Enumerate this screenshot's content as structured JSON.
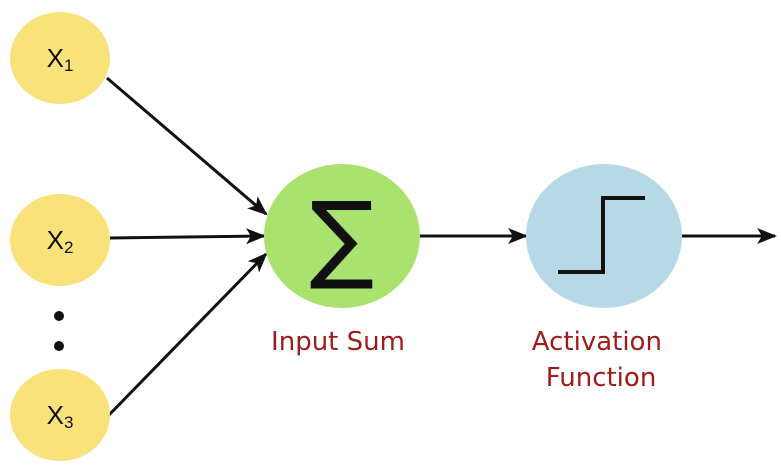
{
  "inputs": [
    {
      "base": "X",
      "sub": "1"
    },
    {
      "base": "X",
      "sub": "2"
    },
    {
      "base": "X",
      "sub": "3"
    }
  ],
  "ellipsis": "⋮",
  "sum_node": {
    "symbol": "∑",
    "label": "Input Sum"
  },
  "activation_node": {
    "label_line1": "Activation",
    "label_line2": "Function",
    "icon": "step-function-icon"
  },
  "colors": {
    "input_fill": "#f9e27a",
    "sum_fill": "#a9e26f",
    "activation_fill": "#b7d8e6",
    "label_text": "#9e1b1b",
    "arrow": "#111111"
  }
}
